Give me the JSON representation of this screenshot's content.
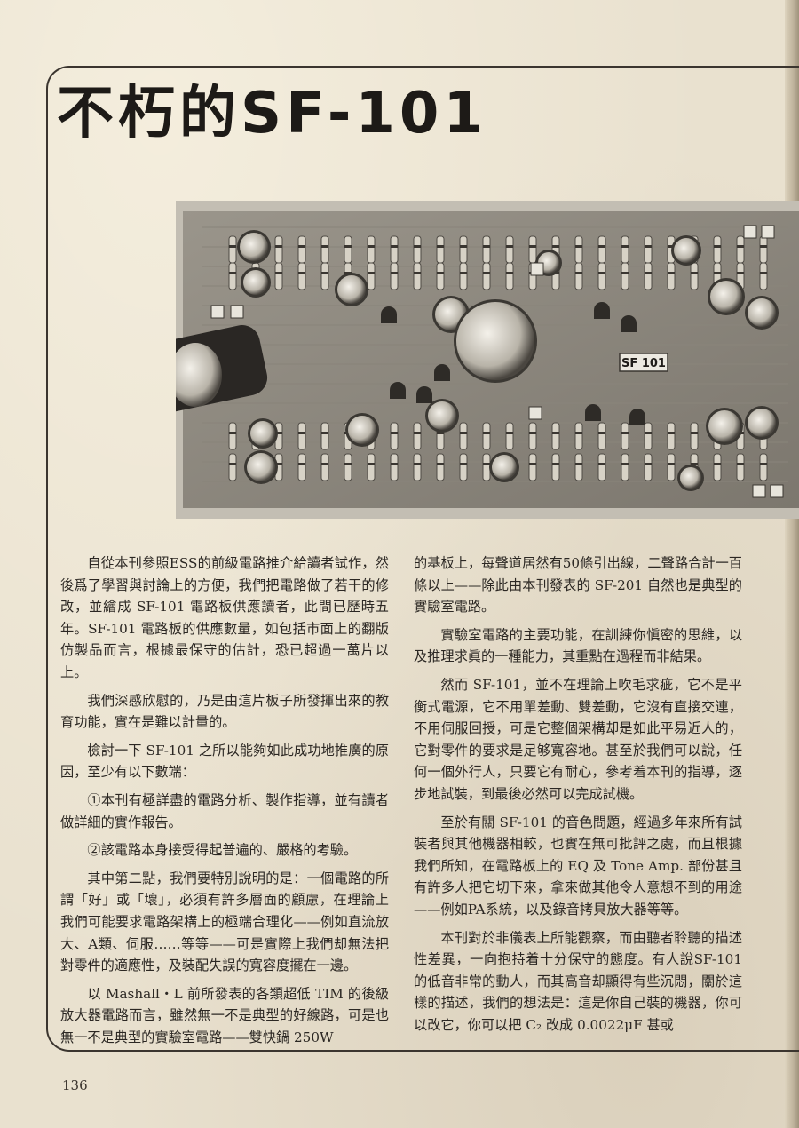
{
  "article": {
    "title": "不朽的SF-101",
    "board_label": "SF 101",
    "page_number": "136",
    "left_column": [
      {
        "text": "自從本刊參照ESS的前級電路推介給讀者試作，然後爲了學習與討論上的方便，我們把電路做了若干的修改，並繪成 SF-101 電路板供應讀者，此間已歷時五年。SF-101 電路板的供應數量，如包括市面上的翻版仿製品而言，根據最保守的估計，恐已超過一萬片以上。",
        "indent": true
      },
      {
        "text": "我們深感欣慰的，乃是由這片板子所發揮出來的教育功能，實在是難以計量的。",
        "indent": true
      },
      {
        "text": "檢討一下 SF-101 之所以能夠如此成功地推廣的原因，至少有以下數端：",
        "indent": true
      },
      {
        "text": "①本刊有極詳盡的電路分析、製作指導，並有讀者做詳細的實作報告。",
        "indent": true
      },
      {
        "text": "②該電路本身接受得起普遍的、嚴格的考驗。",
        "indent": true
      },
      {
        "text": "其中第二點，我們要特別說明的是：一個電路的所謂「好」或「壞」，必須有許多層面的顧慮，在理論上我們可能要求電路架構上的極端合理化——例如直流放大、A類、伺服……等等——可是實際上我們却無法把對零件的適應性，及裝配失誤的寬容度擺在一邊。",
        "indent": true
      },
      {
        "text": "以 Mashall・L 前所發表的各類超低 TIM 的後級放大器電路而言，雖然無一不是典型的好線路，可是也無一不是典型的實驗室電路——雙快鍋 250W",
        "indent": true
      }
    ],
    "right_column": [
      {
        "text": "的基板上，每聲道居然有50條引出線，二聲路合計一百條以上——除此由本刊發表的 SF-201 自然也是典型的實驗室電路。",
        "indent": false
      },
      {
        "text": "實驗室電路的主要功能，在訓練你愼密的思維，以及推理求眞的一種能力，其重點在過程而非結果。",
        "indent": true
      },
      {
        "text": "然而 SF-101，並不在理論上吹毛求疵，它不是平衡式電源，它不用單差動、雙差動，它沒有直接交連，不用伺服回授，可是它整個架構却是如此平易近人的，它對零件的要求是足够寬容地。甚至於我們可以說，任何一個外行人，只要它有耐心，參考着本刊的指導，逐步地試裝，到最後必然可以完成試機。",
        "indent": true
      },
      {
        "text": "至於有關 SF-101 的音色問題，經過多年來所有試裝者與其他機器相較，也實在無可批評之處，而且根據我們所知，在電路板上的 EQ 及 Tone Amp. 部份甚且有許多人把它切下來，拿來做其他令人意想不到的用途——例如PA系統，以及錄音拷貝放大器等等。",
        "indent": true
      },
      {
        "text": "本刊對於非儀表上所能觀察，而由聽者聆聽的描述性差異，一向抱持着十分保守的態度。有人說SF-101 的低音非常的動人，而其高音却顯得有些沉悶，關於這樣的描述，我們的想法是：這是你自己裝的機器，你可以改它，你可以把 C₂ 改成 0.0022μF 甚或",
        "indent": true
      }
    ]
  },
  "colors": {
    "paper": "#e9e1cf",
    "ink": "#2a2622",
    "photo_board": "#8f8a80"
  }
}
